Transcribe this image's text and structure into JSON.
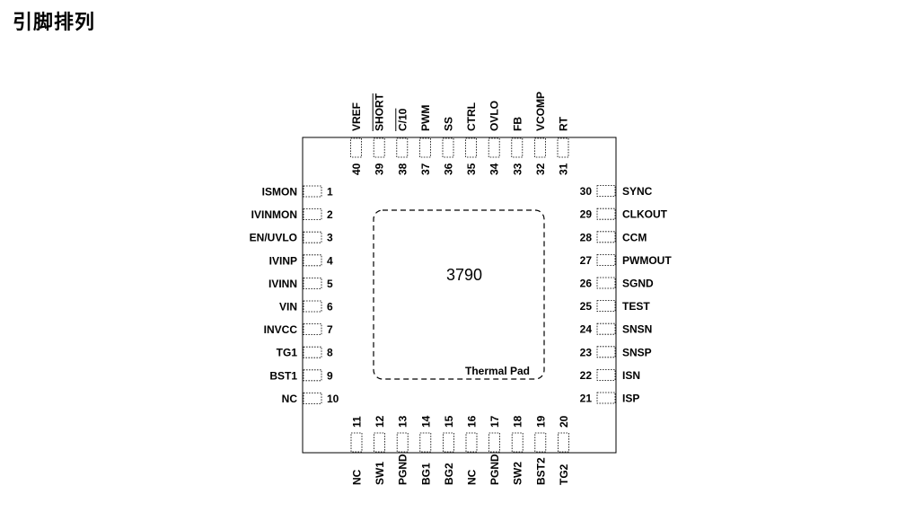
{
  "title": "引脚排列",
  "part_number": "3790",
  "thermal_pad_label": "Thermal Pad",
  "pins": {
    "left": [
      {
        "num": "1",
        "name": "ISMON"
      },
      {
        "num": "2",
        "name": "IVINMON"
      },
      {
        "num": "3",
        "name": "EN/UVLO"
      },
      {
        "num": "4",
        "name": "IVINP"
      },
      {
        "num": "5",
        "name": "IVINN"
      },
      {
        "num": "6",
        "name": "VIN"
      },
      {
        "num": "7",
        "name": "INVCC"
      },
      {
        "num": "8",
        "name": "TG1"
      },
      {
        "num": "9",
        "name": "BST1"
      },
      {
        "num": "10",
        "name": "NC"
      }
    ],
    "bottom": [
      {
        "num": "11",
        "name": "NC"
      },
      {
        "num": "12",
        "name": "SW1"
      },
      {
        "num": "13",
        "name": "PGND"
      },
      {
        "num": "14",
        "name": "BG1"
      },
      {
        "num": "15",
        "name": "BG2"
      },
      {
        "num": "16",
        "name": "NC"
      },
      {
        "num": "17",
        "name": "PGND"
      },
      {
        "num": "18",
        "name": "SW2"
      },
      {
        "num": "19",
        "name": "BST2"
      },
      {
        "num": "20",
        "name": "TG2"
      }
    ],
    "right": [
      {
        "num": "21",
        "name": "ISP"
      },
      {
        "num": "22",
        "name": "ISN"
      },
      {
        "num": "23",
        "name": "SNSP"
      },
      {
        "num": "24",
        "name": "SNSN"
      },
      {
        "num": "25",
        "name": "TEST"
      },
      {
        "num": "26",
        "name": "SGND"
      },
      {
        "num": "27",
        "name": "PWMOUT"
      },
      {
        "num": "28",
        "name": "CCM"
      },
      {
        "num": "29",
        "name": "CLKOUT"
      },
      {
        "num": "30",
        "name": "SYNC"
      }
    ],
    "top": [
      {
        "num": "31",
        "name": "RT"
      },
      {
        "num": "32",
        "name": "VCOMP"
      },
      {
        "num": "33",
        "name": "FB"
      },
      {
        "num": "34",
        "name": "OVLO"
      },
      {
        "num": "35",
        "name": "CTRL"
      },
      {
        "num": "36",
        "name": "SS"
      },
      {
        "num": "37",
        "name": "PWM"
      },
      {
        "num": "38",
        "name": "C/10",
        "overbar": true
      },
      {
        "num": "39",
        "name": "SHORT",
        "overbar": true
      },
      {
        "num": "40",
        "name": "VREF"
      }
    ]
  }
}
